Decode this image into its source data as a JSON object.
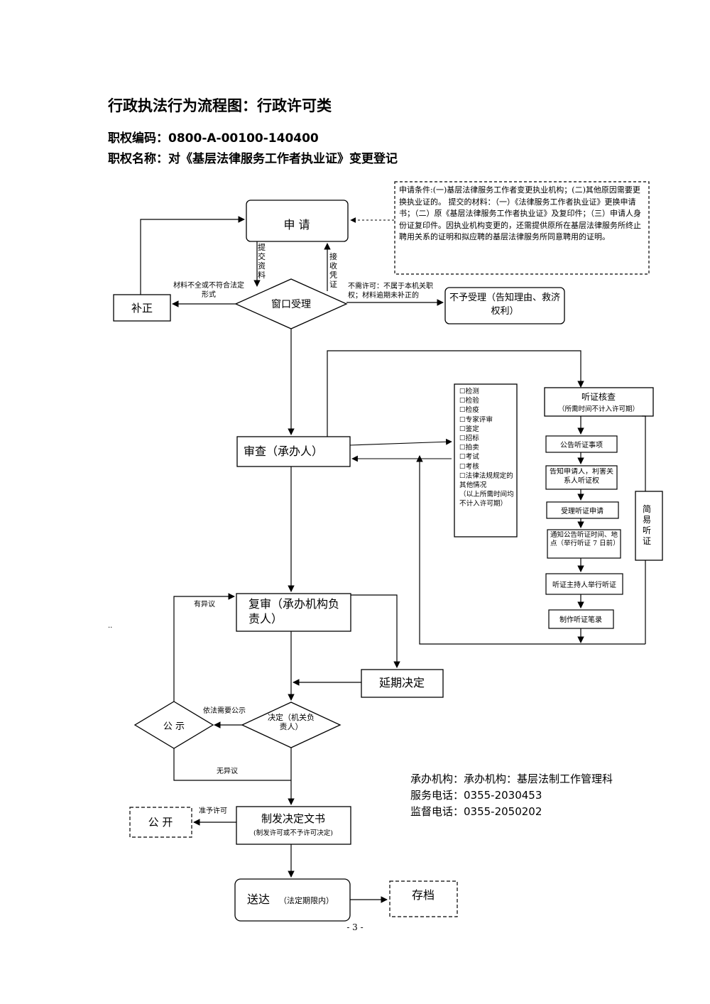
{
  "header": {
    "title": "行政执法行为流程图：行政许可类",
    "code": "职权编码：0800-A-00100-140400",
    "name": "职权名称：对《基层法律服务工作者执业证》变更登记"
  },
  "nodes": {
    "apply": "申  请",
    "window": "窗口受理",
    "correct": "补正",
    "reject": "不予受理（告知理由、救济权利）",
    "review": "审查（承办人）",
    "recheck": "复审（承办机构负责人）",
    "delay": "延期决定",
    "decide": "决定（机关负责人）",
    "publicity": "公  示",
    "issue": "制发决定文书",
    "issue_sub": "(制发许可或不予许可决定)",
    "open": "公  开",
    "deliver": "送达",
    "deliver_sub": "（法定期限内）",
    "archive": "存档"
  },
  "conditions_note": "申请条件:(一)基层法律服务工作者变更执业机构；(二)其他原因需要更换执业证的。 提交的材料：（一）《法律服务工作者执业证》更换申请书；（二）原《基层法律服务工作者执业证》及复印件；（三）申请人身份证复印件。因执业机构变更的，还需提供原所在基层法律服务所终止聘用关系的证明和拟应聘的基层法律服务所同意聘用的证明。",
  "edge_labels": {
    "submit": "提交资料",
    "receipt": "接收凭证",
    "incomplete": "材料不全或不符合法定形式",
    "not_accept": "不需许可：不属于本机关职权；材料逾期未补正的",
    "objection": "有异议",
    "need_public": "依法需要公示",
    "no_objection": "无异议",
    "grant": "准予许可"
  },
  "procedures": [
    "☐检测",
    "☐检验",
    "☐检疫",
    "☐专家评审",
    "☐鉴定",
    "☐招标",
    "☐拍卖",
    "☐考试",
    "☐考核",
    "☐法律法规规定的其他情况",
    "（以上所需时间均不计入许可期）"
  ],
  "hearing": {
    "title": "听证核查",
    "title_sub": "（所需时间不计入许可期）",
    "steps": [
      "公告听证事项",
      "告知申请人，利害关系人听证权",
      "受理听证申请",
      "通知公告听证时间、地点（举行听证 7 日前）",
      "听证主持人举行听证",
      "制作听证笔录"
    ],
    "simple": "简易听证"
  },
  "footer": {
    "org": "承办机构：承办机构：基层法制工作管理科",
    "service_phone": "服务电话：0355-2030453",
    "supervise_phone": "监督电话：0355-2050202"
  },
  "page_number": "- 3 -",
  "stray_mark": ".."
}
